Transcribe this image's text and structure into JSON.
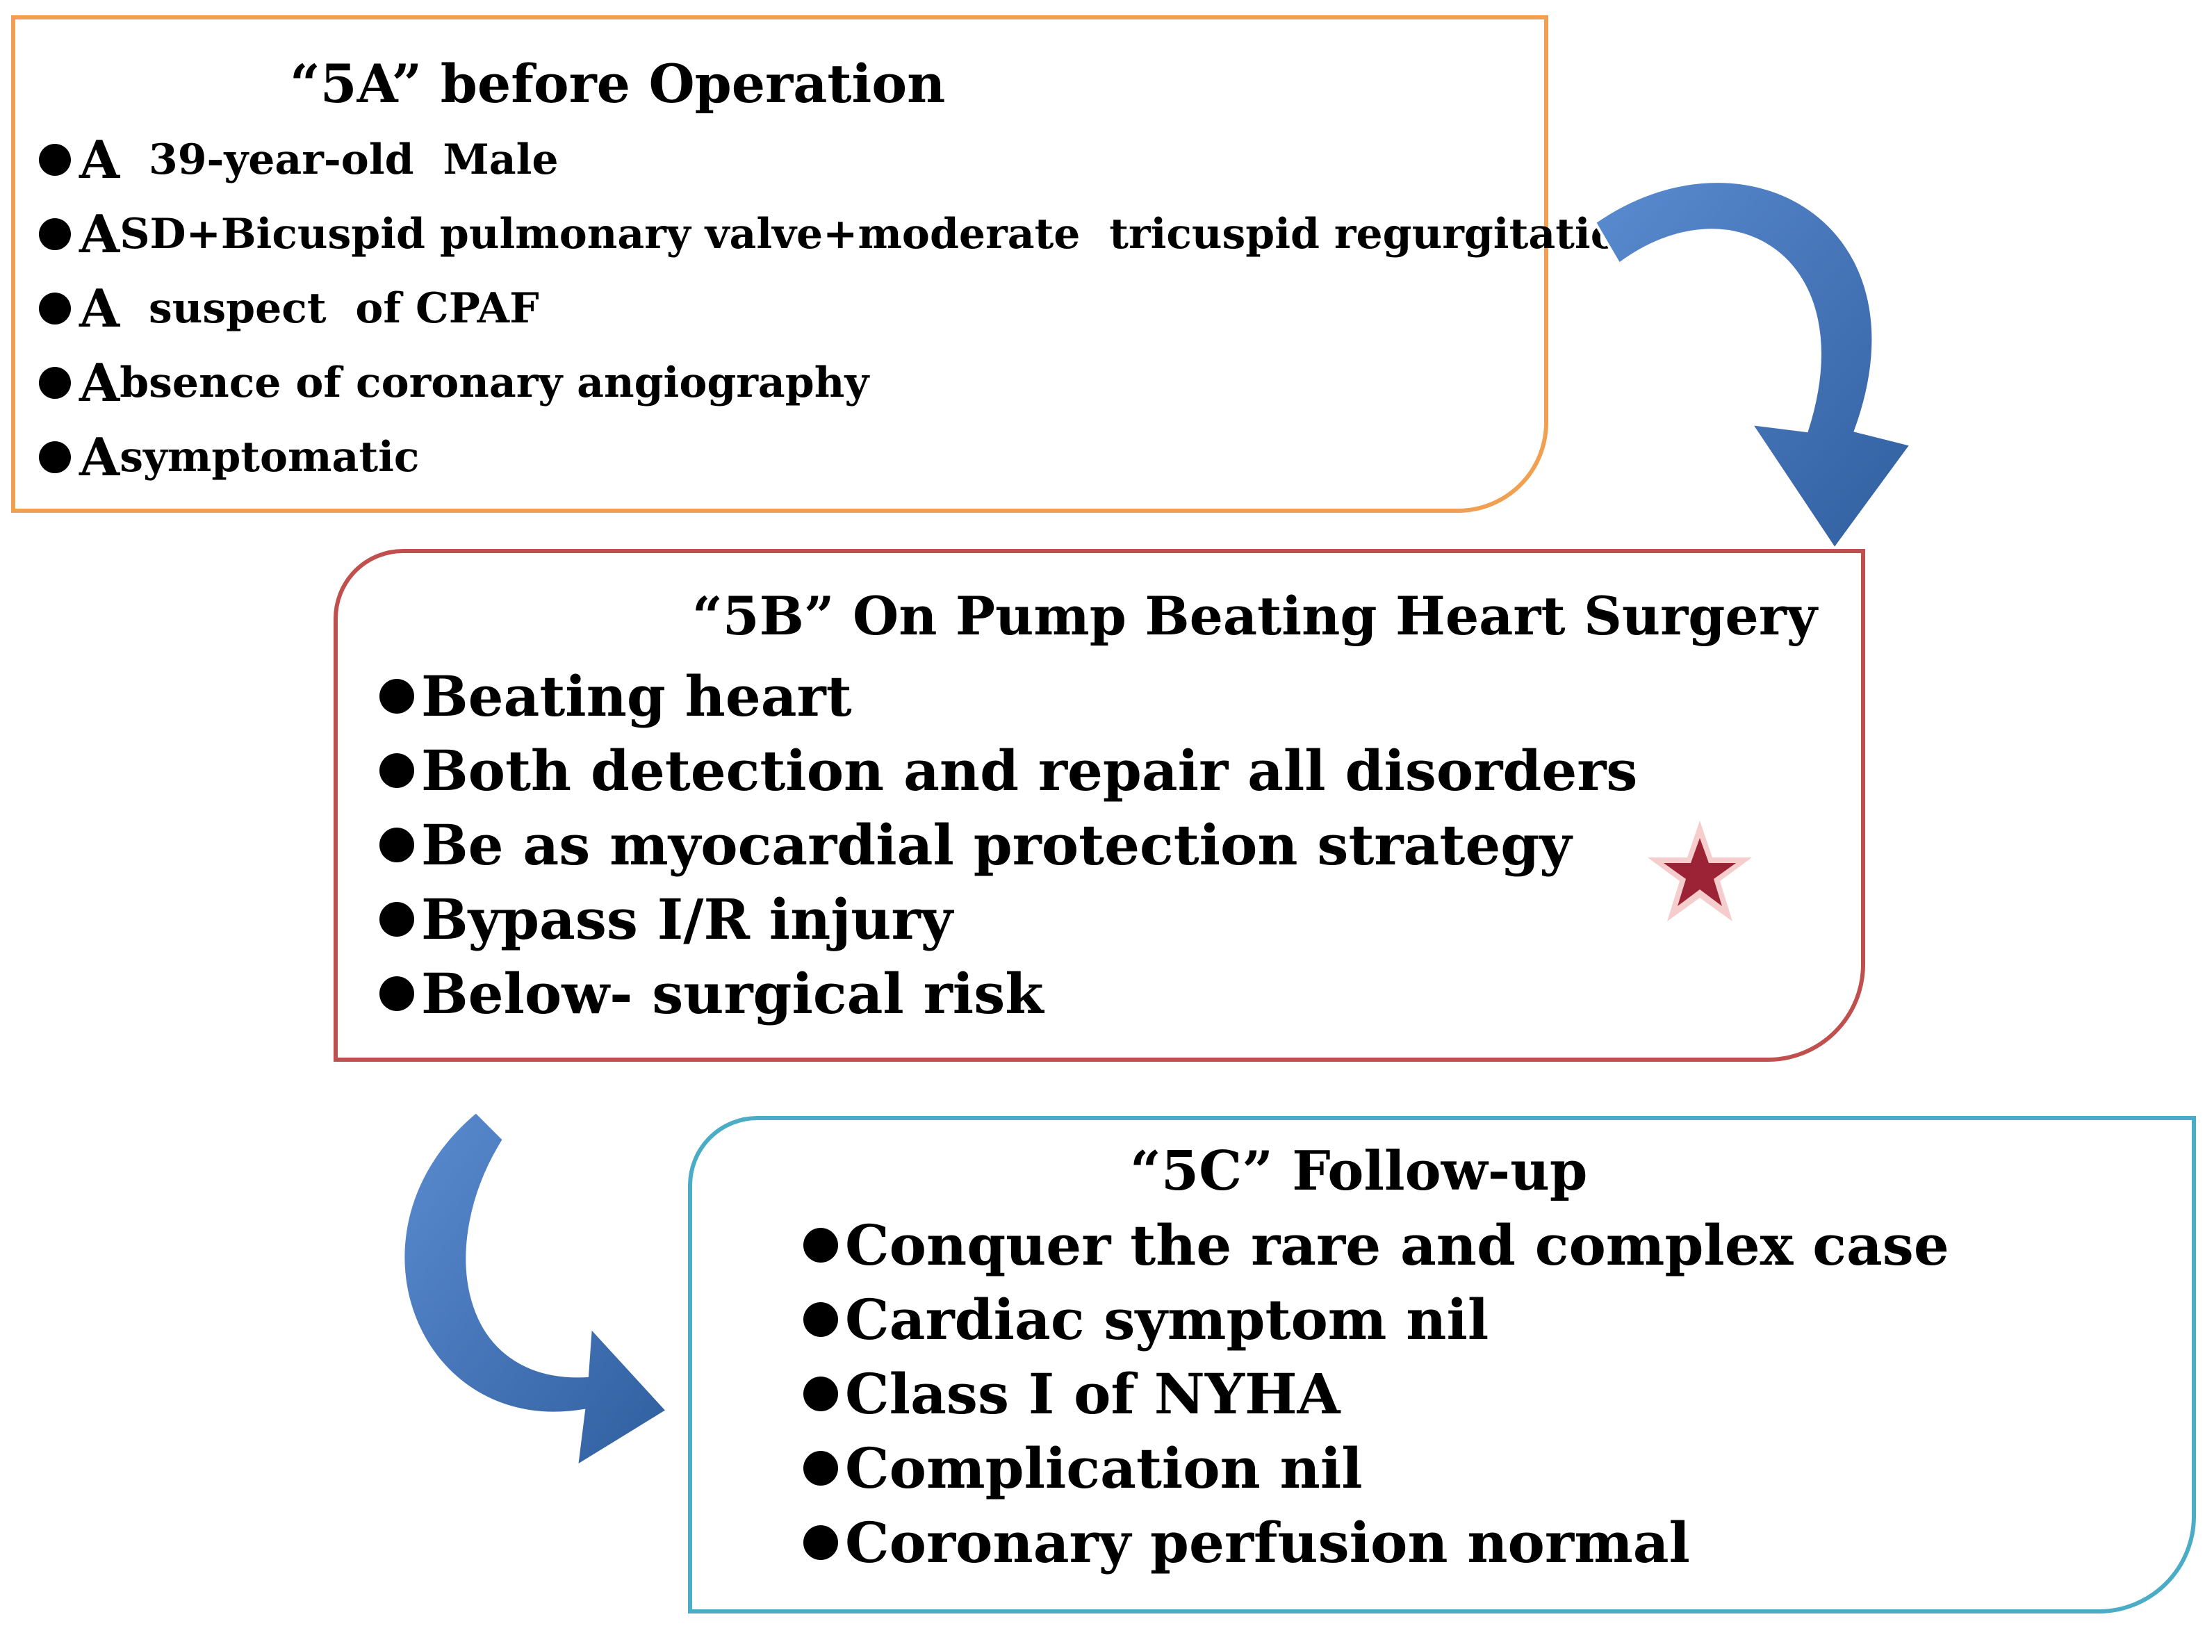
{
  "box_a": {
    "heading": "“5A”  before Operation",
    "items": [
      {
        "cap": "A",
        "text": "  39-year-old  Male"
      },
      {
        "cap": "A",
        "text": "SD+Bicuspid pulmonary valve+moderate  tricuspid regurgitation"
      },
      {
        "cap": "A",
        "text": "  suspect  of CPAF"
      },
      {
        "cap": "A",
        "text": "bsence of coronary angiography"
      },
      {
        "cap": "A",
        "text": "symptomatic"
      }
    ]
  },
  "box_b": {
    "heading": "“5B”  On Pump Beating Heart Surgery",
    "items": [
      {
        "text": "Beating heart"
      },
      {
        "text": "Both detection and repair all disorders"
      },
      {
        "text": "Be as myocardial protection strategy"
      },
      {
        "text": "Bypass I/R injury"
      },
      {
        "text": "Below- surgical risk"
      }
    ]
  },
  "box_c": {
    "heading": "“5C”  Follow-up",
    "items": [
      {
        "text": "Conquer the rare and complex case"
      },
      {
        "text": "Cardiac symptom nil"
      },
      {
        "text": "Class I of NYHA"
      },
      {
        "text": "Complication nil"
      },
      {
        "text": "Coronary perfusion normal"
      }
    ]
  },
  "colors": {
    "box_a_border": "#f0a050",
    "box_b_border": "#c0504d",
    "box_c_border": "#4bacc6",
    "arrow": "#3f6fb5",
    "star": "#9b2335"
  },
  "icons": [
    "curved-arrow-icon",
    "star-icon"
  ]
}
